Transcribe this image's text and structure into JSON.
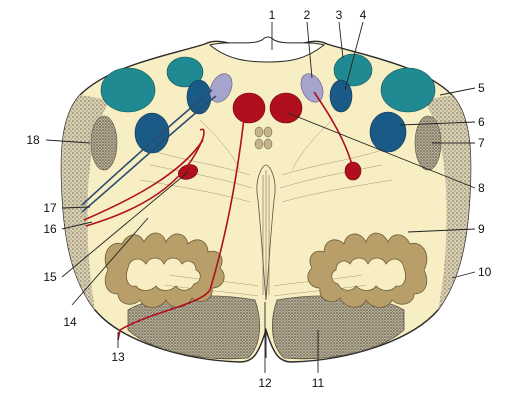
{
  "colors": {
    "background": "#ffffff",
    "section_fill": "#f7eec3",
    "outline": "#2a2a2a",
    "granular_border": "#c9c0a4",
    "gray_matter": "#b89f6a",
    "gray_matter_edge": "#6e5a36",
    "pyramid": "#9b9480",
    "teal_nuclei": "#1f8a91",
    "blue_nuclei": "#1a5a86",
    "lavender_nucleus": "#a6a3cc",
    "red_nuclei": "#b0101d",
    "tract_blue": "#2b4d6e",
    "tract_red": "#b0101d"
  },
  "labels": [
    {
      "id": "1",
      "text": "1"
    },
    {
      "id": "2",
      "text": "2"
    },
    {
      "id": "3",
      "text": "3"
    },
    {
      "id": "4",
      "text": "4"
    },
    {
      "id": "5",
      "text": "5"
    },
    {
      "id": "6",
      "text": "6"
    },
    {
      "id": "7",
      "text": "7"
    },
    {
      "id": "8",
      "text": "8"
    },
    {
      "id": "9",
      "text": "9"
    },
    {
      "id": "10",
      "text": "10"
    },
    {
      "id": "11",
      "text": "11"
    },
    {
      "id": "12",
      "text": "12"
    },
    {
      "id": "13",
      "text": "13"
    },
    {
      "id": "14",
      "text": "14"
    },
    {
      "id": "15",
      "text": "15"
    },
    {
      "id": "16",
      "text": "16"
    },
    {
      "id": "17",
      "text": "17"
    },
    {
      "id": "18",
      "text": "18"
    }
  ]
}
